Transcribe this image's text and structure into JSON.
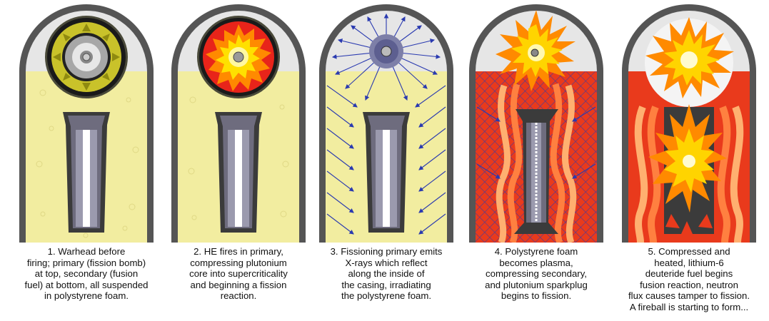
{
  "panels": [
    {
      "id": 1,
      "caption": [
        "1. Warhead before",
        "firing; primary (fission bomb)",
        "at top, secondary (fusion",
        "fuel) at bottom, all suspended",
        "in polystyrene foam."
      ]
    },
    {
      "id": 2,
      "caption": [
        "2. HE fires in primary,",
        "compressing plutonium",
        "core into supercriticality",
        "and beginning a fission",
        "reaction."
      ]
    },
    {
      "id": 3,
      "caption": [
        "3. Fissioning primary emits",
        "X-rays which reflect",
        "along the inside of",
        "the casing, irradiating",
        "the polystyrene foam."
      ]
    },
    {
      "id": 4,
      "caption": [
        "4. Polystyrene foam",
        "becomes plasma,",
        "compressing secondary,",
        "and plutonium sparkplug",
        "begins to fission."
      ]
    },
    {
      "id": 5,
      "caption": [
        "5. Compressed and",
        "heated, lithium-6",
        "deuteride fuel begins",
        "fusion reaction, neutron",
        "flux causes tamper to fission.",
        "A fireball is starting to form..."
      ]
    }
  ],
  "colors": {
    "casing": "#555555",
    "foam": "#f2eda0",
    "void": "#e6e6e6",
    "plasma": "#e93a1c",
    "secondary": "#6e6c7e",
    "xray": "#2a3ab0",
    "fire_outer": "#ff7a00",
    "fire_inner": "#ffe600"
  }
}
